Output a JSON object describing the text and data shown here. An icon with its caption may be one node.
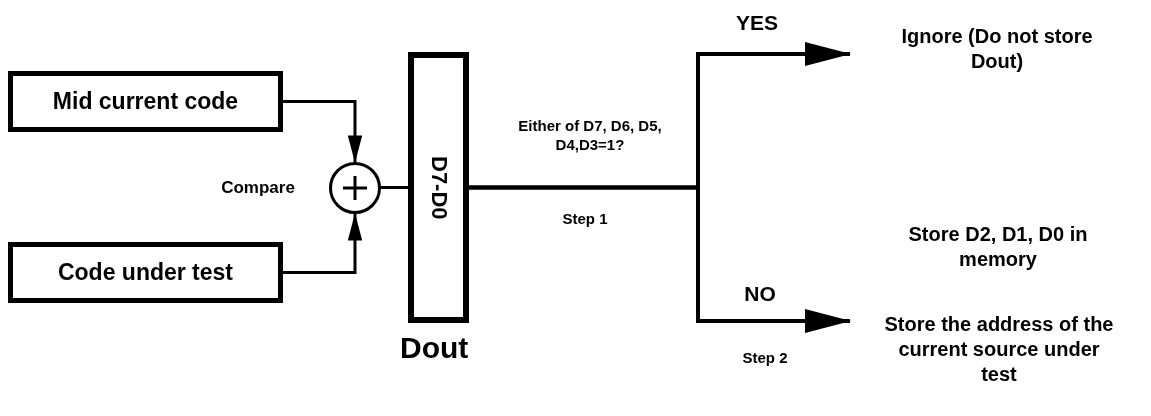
{
  "diagram": {
    "nodes": [
      {
        "text": [
          "Mid current code"
        ]
      },
      {
        "text": [
          "Code under test"
        ]
      },
      {
        "text": [],
        "shape": "circle",
        "beside": [
          "Compare"
        ]
      },
      {
        "text": [
          "D7-D0",
          "Dout"
        ]
      },
      {
        "text": [
          "Ignore (Do not store Dout)"
        ]
      },
      {
        "text": [
          "Store the address of the current source under test"
        ]
      }
    ],
    "edges": [
      {
        "from": 0,
        "to": 2,
        "arrow": "to"
      },
      {
        "from": 1,
        "to": 2,
        "arrow": "to"
      },
      {
        "from": 2,
        "to": 3,
        "arrow": "none"
      },
      {
        "from": 3,
        "to": 4,
        "arrow": "to",
        "label": "YES"
      },
      {
        "from": 3,
        "to": 5,
        "arrow": "to",
        "label": "NO"
      }
    ],
    "labels": [
      "Either of D7, D6, D5, D4,D3=1?",
      "Step 1",
      "Store D2, D1, D0 in memory",
      "Step 2"
    ]
  }
}
